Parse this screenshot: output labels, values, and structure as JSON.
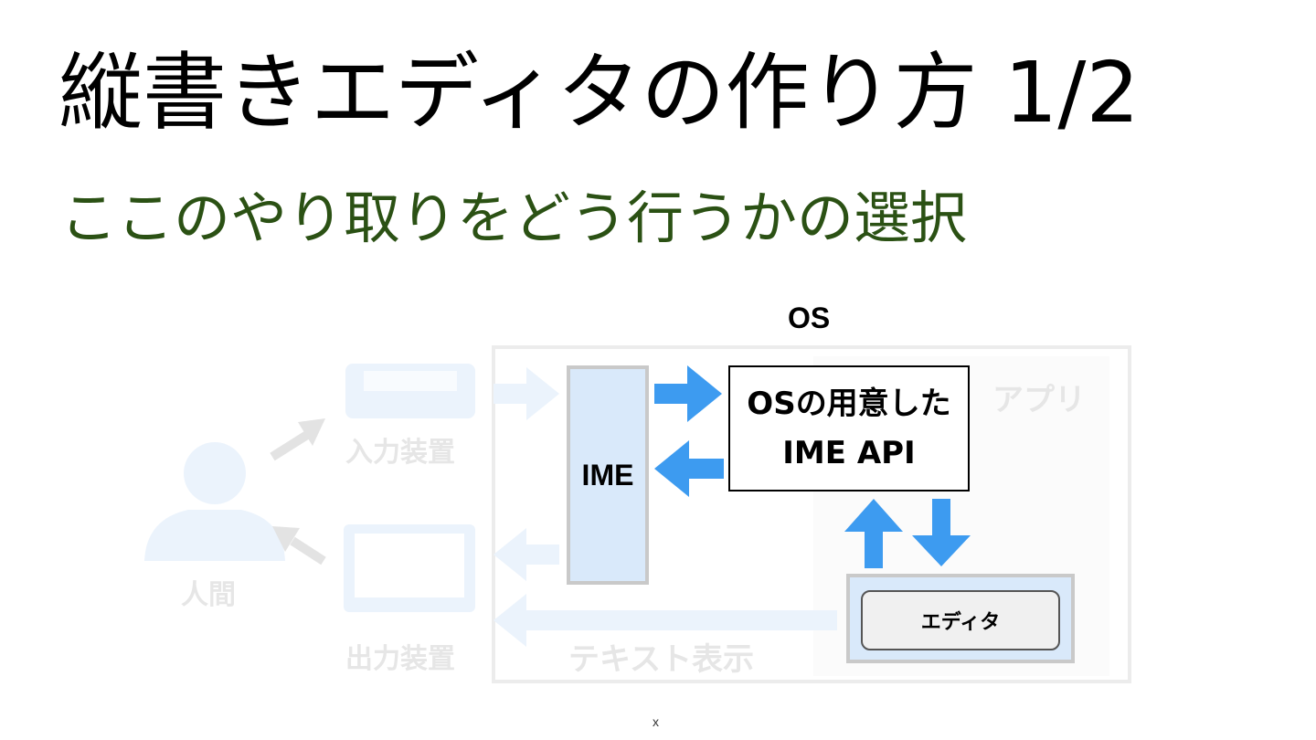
{
  "slide": {
    "title": "縦書きエディタの作り方 1/2",
    "subtitle": "ここのやり取りをどう行うかの選択",
    "page_mark": "x"
  },
  "diagram": {
    "os_label": "OS",
    "app_label": "アプリ",
    "human_label": "人間",
    "input_device_label": "入力装置",
    "output_device_label": "出力装置",
    "text_display_label": "テキスト表示",
    "ime_label": "IME",
    "api_line1": "OSの用意した",
    "api_line2": "IME API",
    "editor_label": "エディタ",
    "colors": {
      "accent_arrow": "#3d9bf0",
      "faded_arrow": "#ebf3fc",
      "box_fill": "#d9e9fa",
      "subtitle": "#2b5114",
      "faded_text": "#e6e6e6"
    }
  }
}
